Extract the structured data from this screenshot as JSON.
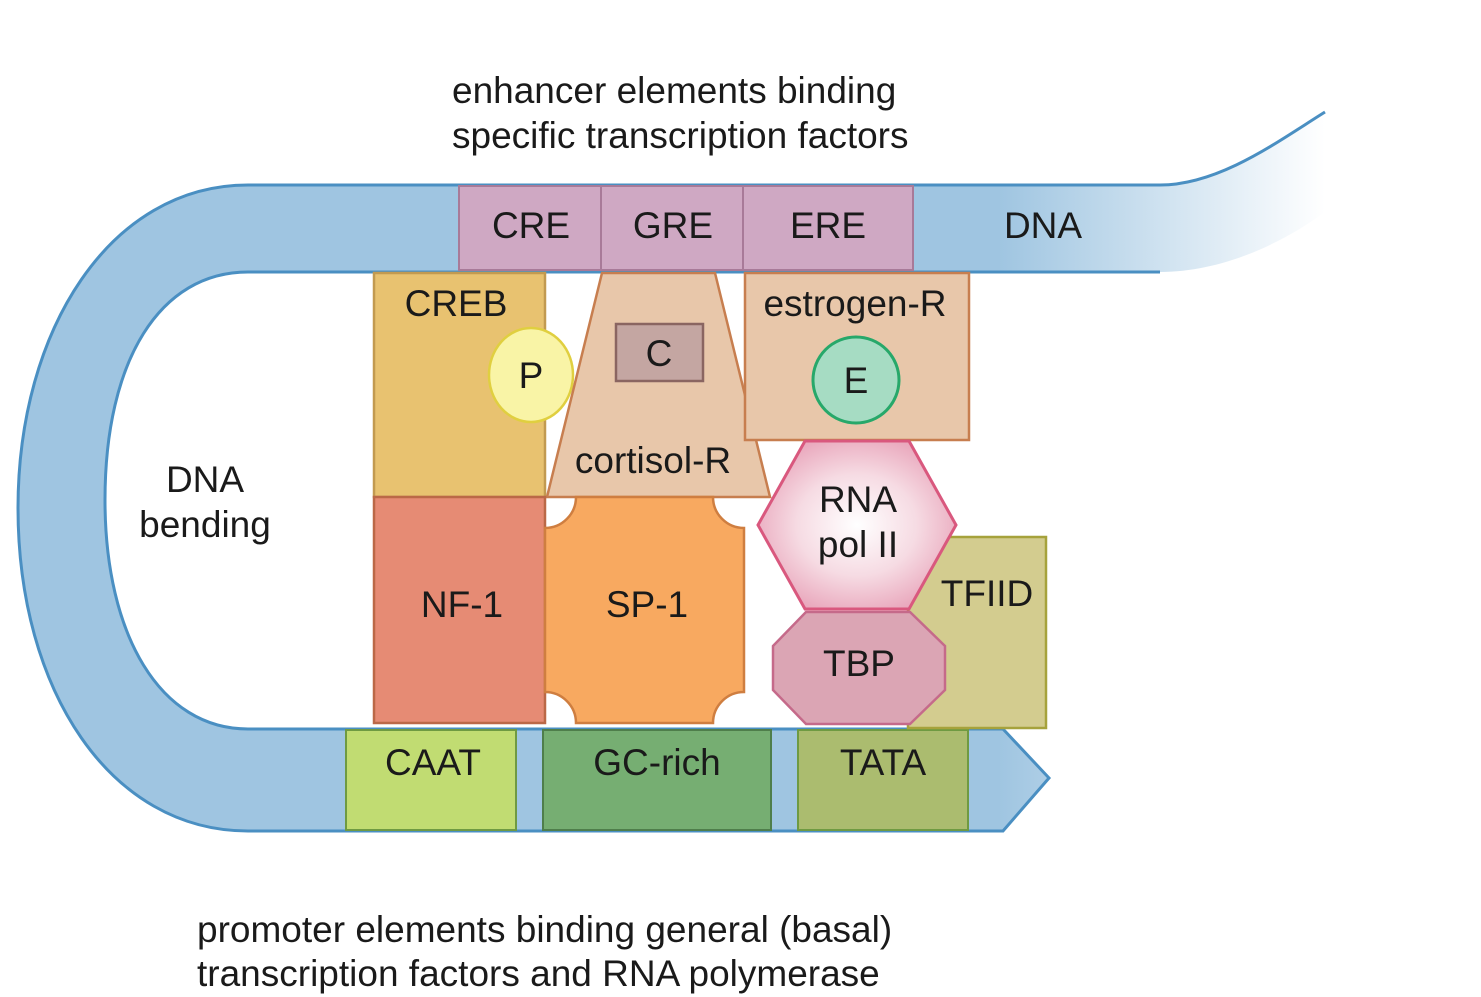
{
  "captions": {
    "enhancer_line1": "enhancer elements binding",
    "enhancer_line2": "specific transcription factors",
    "promoter_line1": "promoter elements binding general (basal)",
    "promoter_line2": "transcription factors and RNA polymerase"
  },
  "dna": {
    "label": "DNA",
    "bending_line1": "DNA",
    "bending_line2": "bending"
  },
  "enhancer_elements": [
    "CRE",
    "GRE",
    "ERE"
  ],
  "promoter_elements": [
    "CAAT",
    "GC-rich",
    "TATA"
  ],
  "factors": {
    "creb": "CREB",
    "creb_ligand": "P",
    "cortisol_r": "cortisol-R",
    "cortisol_ligand": "C",
    "estrogen_r": "estrogen-R",
    "estrogen_ligand": "E",
    "rna_pol_line1": "RNA",
    "rna_pol_line2": "pol II",
    "tfiid": "TFIID",
    "tbp": "TBP",
    "nf1": "NF-1",
    "sp1": "SP-1"
  },
  "colors": {
    "dna_fill": "#9fc5e1",
    "dna_stroke": "#4a8fc2",
    "enhancer_fill": "#cfa8c3",
    "enhancer_stroke": "#a87a98",
    "creb_fill": "#e8c270",
    "creb_stroke": "#c29a50",
    "phosphate_fill": "#f9f4a6",
    "phosphate_stroke": "#e0cf40",
    "receptor_fill": "#e8c7aa",
    "receptor_stroke": "#c77e4f",
    "cortisol_box_fill": "#c4a6a2",
    "cortisol_box_stroke": "#8a6561",
    "estrogen_fill": "#a6dcc3",
    "estrogen_stroke": "#27a86a",
    "rnapol_stroke": "#d9587e",
    "tbp_fill": "#dba5b4",
    "tbp_stroke": "#c56a8a",
    "tfiid_fill": "#d3cc8f",
    "tfiid_stroke": "#a6a23c",
    "nf1_fill": "#e68b74",
    "nf1_stroke": "#bb6847",
    "sp1_fill": "#f8a960",
    "sp1_stroke": "#cf7e40",
    "caat_fill": "#c1dc72",
    "gc_fill": "#76ae72",
    "tata_fill": "#abbc6f",
    "promoter_stroke": "#6f9a42"
  }
}
